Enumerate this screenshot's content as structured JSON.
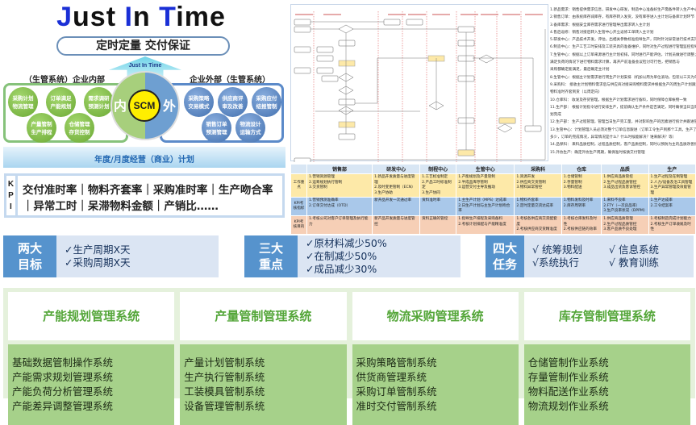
{
  "title": {
    "parts": [
      "J",
      "ust ",
      "I",
      "n ",
      "T",
      "ime"
    ]
  },
  "slogan": "定时定量   交付保证",
  "arrow_label": "Just In Time",
  "scm": {
    "core": "SCM",
    "inner": "内",
    "outer": "外",
    "inner_label": "（生管系统）企业内部",
    "outer_label": "企业外部（生管系统）",
    "inner_items": [
      [
        "采购计划",
        "物流管理"
      ],
      [
        "订单满足",
        "产能规划"
      ],
      [
        "需求调研",
        "预测计划"
      ],
      [
        "产量管制",
        "生产排程"
      ],
      [
        "仓储管理",
        "存货控制"
      ]
    ],
    "outer_items": [
      [
        "采购策略",
        "交易模式"
      ],
      [
        "供应商评",
        "审及改善"
      ],
      [
        "采购应付",
        "结报管制"
      ],
      [
        "销售订单",
        "预测管理"
      ],
      [
        "物流设计",
        "运输方式"
      ]
    ],
    "plan": "年度/月度经营（商业）计划"
  },
  "kpi": {
    "tag": [
      "K",
      "P",
      "I"
    ],
    "text": "交付准时率｜物料齐套率｜采购准时率｜生产吻合率｜异常工时｜呆滞物料金额｜产销比……"
  },
  "notes": [
    "1.新品需求：销售提供需求信息，研发中心研发，制造中心准备好生产需备件转入生产中心",
    "2.销售订单：由系统库存减库存，有库存转入发货，没有库存进入主计划与备库计划环节",
    "3.备库需求：根据安全库存需求进行管理导出需求转入主计划",
    "4.售后返修：销售对接后转入生管中心开立返修工单转入主计划",
    "5.研发中心：产品技术开发，评估，出相关参数标准指导生产，同时针对异常进行技术支持",
    "6.制造中心：生产工艺工时安排及工装夹具的准备维护，同时对生产过程进行管理监控指导",
    "7.生管中心：根据以上订单来源进行主计划初排，同时进行产能评估，计划员做进行调整；",
    "   满足负荷的情况下进行物料需求计算，再开产前准备会议检讨可行性，把销售与",
    "   采购都确定能满足，最后确定主计划",
    "8.生管中心：根据主计划需求进行周生产计划安排（机加以周为单位滚动，包装以三天为单位）",
    "9.采购科：  接收主计划物料需求后与供应商对接采购物料需求并根据生产的周生产计划跟进",
    "   物料准时齐套到货（以周定向）",
    "10.仓库科：  收发及存货管理，根据生产计划需求进行备料，同时保障仓库帐物一致",
    "11.生产部：  根据计划指令进行安排生产，提前确认生产条件是否满足，同时确保当日当周计",
    "   划完成",
    "12.生产部：  生产过程管理，管理当日生产完工量，并对影响生产的因素进行统计并跟进管理",
    "13.生管中心：计划管理人员必须对整个订单信息跟进（订单工令生产到那个工具，生产了",
    "   多少，订单的完成情况，异常情况是什么？什么时候能解决？谁来解决？等）",
    "14.品保科：  来料品质控制，过程品质控制，客户品质控制，同时以预防为主的品质改善指导",
    "15.外协生产：确定外协生产周期，确保准时按质交付管理"
  ],
  "table": {
    "headers": [
      "销售部",
      "研发中心",
      "制程中心",
      "生管中心",
      "采购科",
      "仓库",
      "品质",
      "生产"
    ],
    "row_labels": [
      "工作重点",
      "KPI考核指标",
      "KPI考核目的"
    ],
    "work_focus": [
      "1.营销资源管理\n2.运筹规划执行管制\n3.交货管制",
      "1.新品开发质量与进度管理\n2.及时变更管制（ECN）\n3.生产协助",
      "1.工艺标准制定\n2.产品工时标准制定\n3.生产协同",
      "1.产能规划及产量管制\n2.半成品库存管制\n3.运营交付主导及推动",
      "1.资源开发\n2.供应商交货管制\n3.物料异常管控",
      "1.仓储管制\n2.存量管制\n3.物料配送",
      "1.供应商品质管控\n2.生产过程品质管控\n3.成品出货及客诉管控",
      "1.生产过程及在制管理\n2.人力/设备及治工具管理\n3.生产异常管理及效能管理"
    ],
    "kpi_index": [
      "1.营销预测准确率\n2.订单交付达成（OTD）",
      "新开品开发一次通过率",
      "资料准时率",
      "1.主生产计划（MPS）达成率\n2.日生产计划与主生产计划吻合率",
      "1.物料齐套率\n2.定时定量交货达成率",
      "1.物料发料及时率\n2.库存周转率",
      "1.来料不良率\n2.FTY（一次良品率）\n3.生产良率状况（DPPM）",
      "1.生产达成率\n2.工令结案率"
    ],
    "kpi_purpose": [
      "1.考核公司对客户订单管理及执行能力",
      "新产品开发质量与进度管控",
      "资料正确的管控",
      "1.指导生产排程及采购备料\n2.考核计划排配与产能精准度",
      "1.考核各供应商交货配套度\n2.考核供应商交货精准度",
      "1.考核仓库发料及时性\n2.考核供应链的效率",
      "1.供应商品质管理\n2.生产过程品质管控\n3.客户品质不良处理",
      "1.考核制造完成计划能力\n2.考核生产订单收尾及时性"
    ]
  },
  "goals": {
    "tag": [
      "两大",
      "目标"
    ],
    "items": [
      "✓生产周期X天",
      "✓采购周期X天"
    ]
  },
  "focus": {
    "tag": [
      "三大",
      "重点"
    ],
    "items": [
      "✓原材料减少50%",
      "✓在制减少50%",
      "✓成品减少30%"
    ]
  },
  "tasks": {
    "tag": [
      "四大",
      "任务"
    ],
    "items": [
      "√ 统筹规划",
      "√ 信息系统",
      "√系统执行",
      "√ 教育训练"
    ]
  },
  "systems": [
    {
      "title": "产能规划管理系统",
      "items": [
        "基础数据管制操作系统",
        "产能需求规划管理系统",
        "产能负荷分析管理系统",
        "产能差异调整管理系统"
      ]
    },
    {
      "title": "产量管制管理系统",
      "items": [
        "产量计划管制系统",
        "生产执行管制系统",
        "工装模具管制系统",
        "设备管理管制系统"
      ]
    },
    {
      "title": "物流采购管理系统",
      "items": [
        "采购策略管制系统",
        "供货商管理系统",
        "采购订单管制系统",
        "准时交付管制系统"
      ]
    },
    {
      "title": "库存管制管理系统",
      "items": [
        "仓储管制作业系统",
        "存量管制作业系统",
        "物料配送作业系统",
        "物流规划作业系统"
      ]
    }
  ],
  "colors": {
    "blue_accent": "#1a2fd6",
    "green": "#54a639",
    "tag_blue": "#5693cd",
    "yellow": "#fde9a8",
    "kpi_blue": "#a9c8ea",
    "salmon": "#f6cfb6"
  }
}
